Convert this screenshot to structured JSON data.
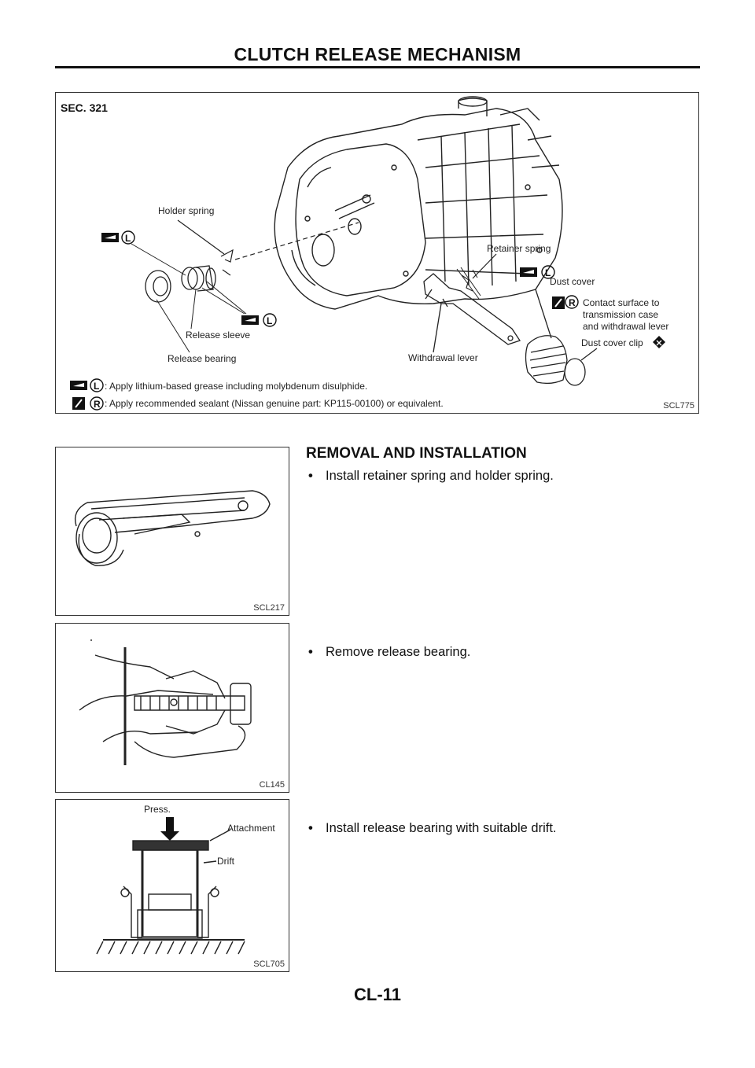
{
  "header": {
    "title": "CLUTCH RELEASE MECHANISM"
  },
  "main_figure": {
    "section": "SEC. 321",
    "labels": {
      "holder_spring": "Holder spring",
      "retainer_spring": "Retainer spring",
      "dust_cover": "Dust cover",
      "contact_surface_1": "Contact surface to",
      "contact_surface_2": "transmission case",
      "contact_surface_3": "and withdrawal lever",
      "release_sleeve": "Release sleeve",
      "release_bearing": "Release bearing",
      "withdrawal_lever": "Withdrawal lever",
      "dust_cover_clip": "Dust cover clip"
    },
    "legend": {
      "grease": ": Apply lithium-based grease including molybdenum disulphide.",
      "sealant": ": Apply recommended sealant (Nissan genuine part: KP115-00100) or equivalent."
    },
    "symbols": {
      "grease_letter": "L",
      "sealant_letter": "R"
    },
    "figure_id": "SCL775"
  },
  "section": {
    "heading": "REMOVAL AND INSTALLATION"
  },
  "steps": [
    {
      "bullet": "•",
      "text": "Install retainer spring and holder spring.",
      "figure_id": "SCL217"
    },
    {
      "bullet": "•",
      "text": "Remove release bearing.",
      "figure_id": "CL145"
    },
    {
      "bullet": "•",
      "text": "Install release bearing with suitable drift.",
      "figure_id": "SCL705",
      "labels": {
        "press": "Press.",
        "attachment": "Attachment",
        "drift": "Drift"
      }
    }
  ],
  "footer": {
    "page": "CL-11"
  }
}
